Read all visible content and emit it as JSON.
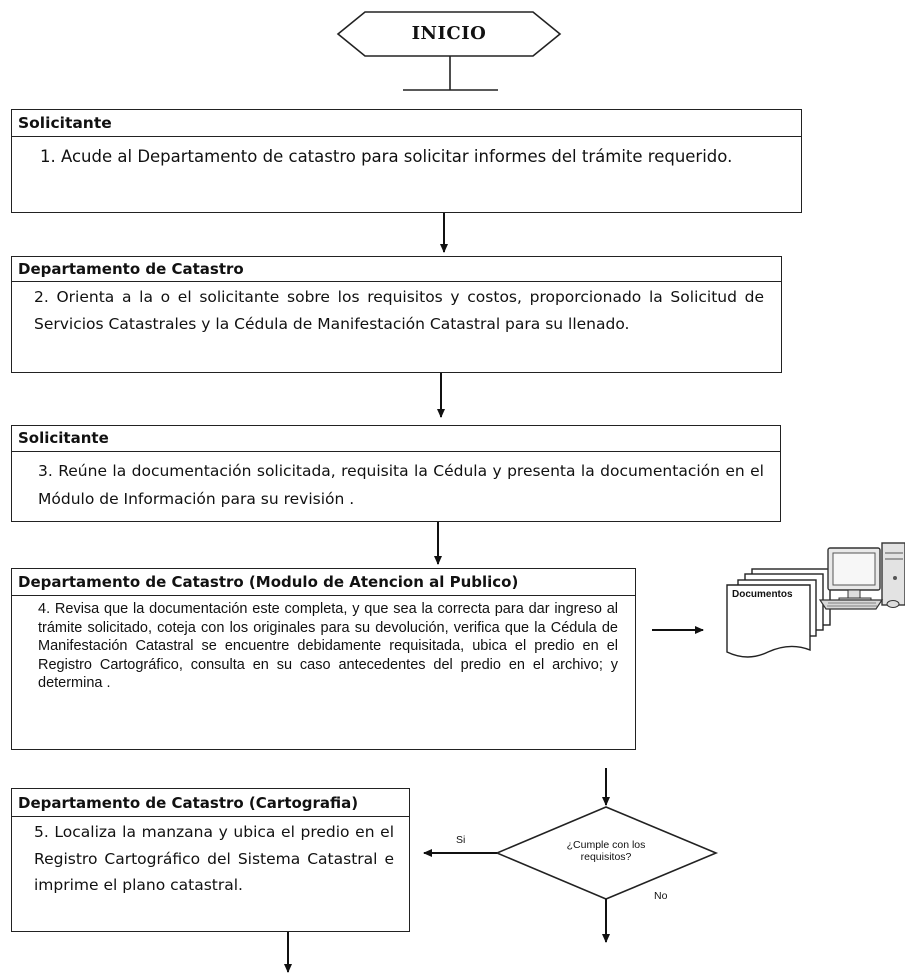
{
  "start": {
    "label": "INICIO"
  },
  "steps": [
    {
      "actor": "Solicitante",
      "text": "1. Acude al Departamento de catastro para solicitar informes del trámite requerido."
    },
    {
      "actor": "Departamento de Catastro",
      "text": "2. Orienta a la o el solicitante sobre los requisitos y costos, proporcionado la Solicitud de Servicios Catastrales y la Cédula de Manifestación Catastral para su llenado."
    },
    {
      "actor": "Solicitante",
      "text": "3. Reúne la documentación solicitada, requisita la Cédula y presenta la documentación en el Módulo de Información para su revisión ."
    },
    {
      "actor": "Departamento de Catastro (Modulo de Atencion al Publico)",
      "text": "4. Revisa que la documentación este completa, y que sea la correcta para dar ingreso al trámite solicitado, coteja con los originales para su devolución, verifica que la Cédula de Manifestación Catastral se encuentre debidamente requisitada, ubica el predio en el Registro Cartográfico, consulta en su caso antecedentes del predio en el archivo; y determina ."
    },
    {
      "actor": "Departamento de Catastro (Cartografia)",
      "text": "5. Localiza la manzana y ubica el predio en el Registro Cartográfico del Sistema Catastral e imprime el plano catastral."
    }
  ],
  "documents": {
    "label": "Documentos"
  },
  "decision": {
    "question": "¿Cumple con los requisitos?",
    "yes_label": "Si",
    "no_label": "No"
  }
}
